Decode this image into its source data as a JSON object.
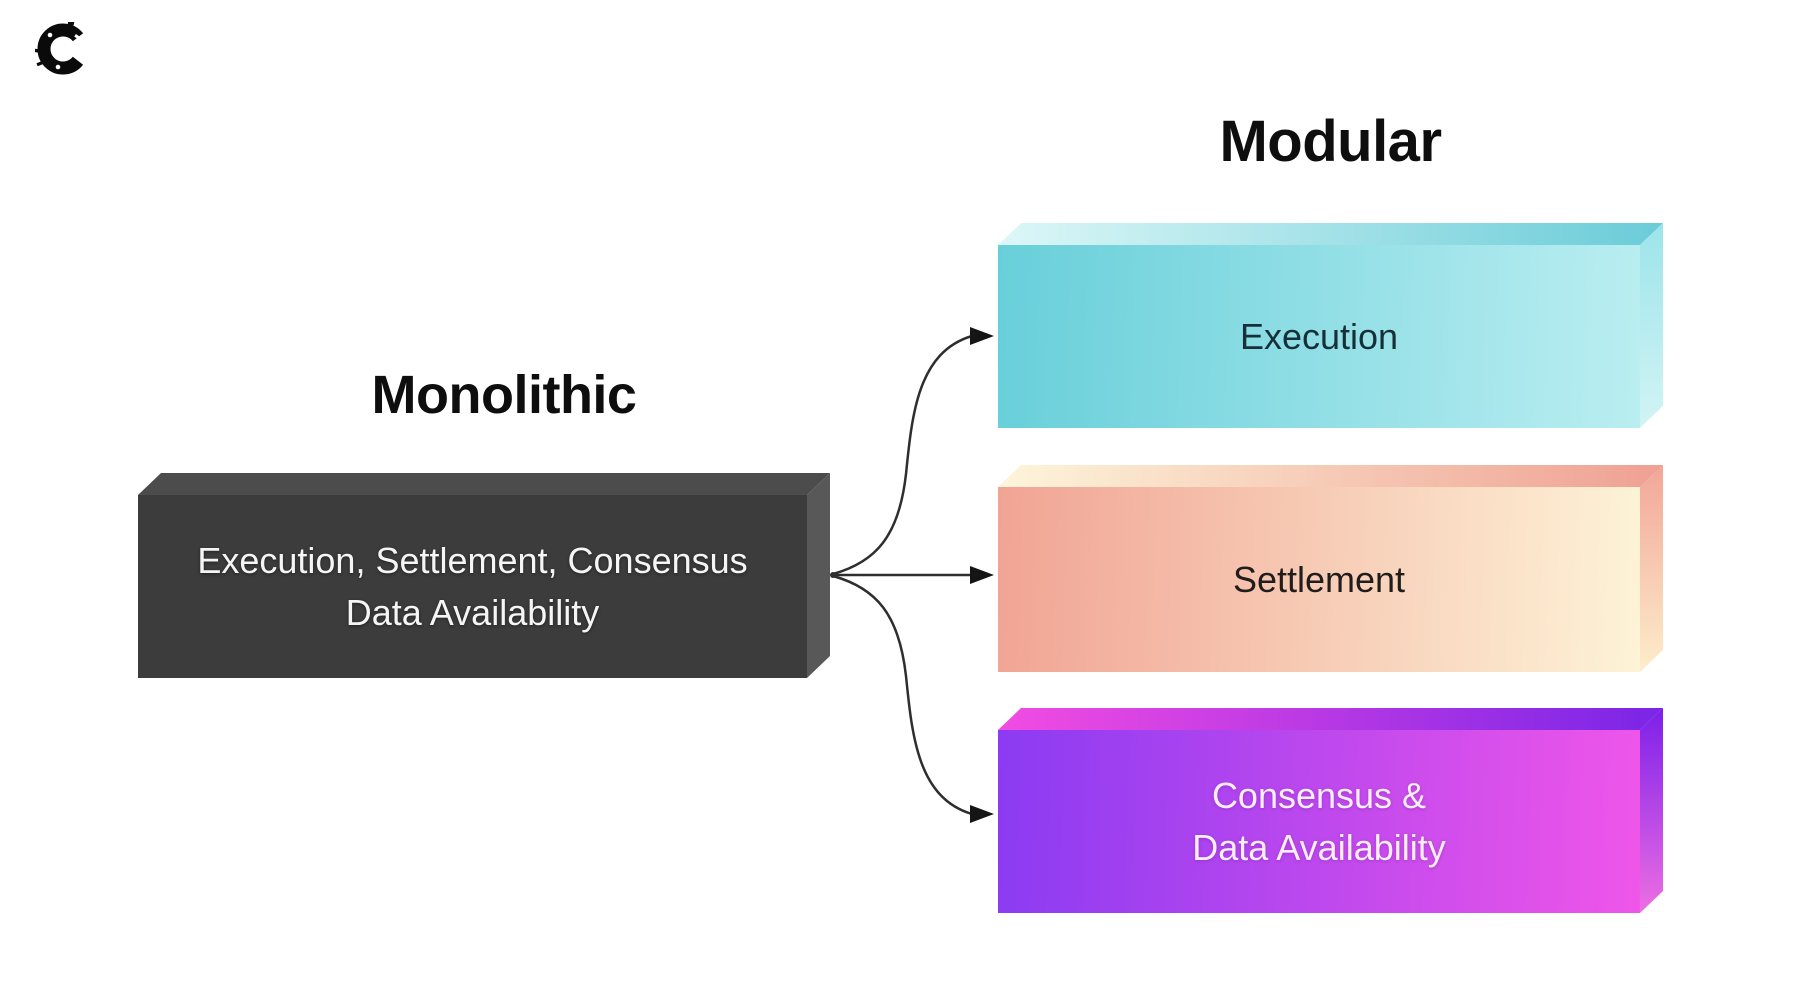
{
  "page": {
    "background_color": "#ffffff"
  },
  "logo": {
    "name": "celestia-c-logo",
    "color": "#0a0a0a"
  },
  "headings": {
    "monolithic": "Monolithic",
    "modular": "Modular",
    "color": "#0e0e0e"
  },
  "monolithic_box": {
    "line1": "Execution, Settlement, Consensus",
    "line2": "Data Availability",
    "front_color": "#3c3c3c",
    "top_color": "#4c4c4c",
    "side_color": "#585858",
    "text_color": "#f5f5f5"
  },
  "modular_boxes": [
    {
      "id": "execution",
      "line1": "Execution",
      "line2": "",
      "gradient_from": "#68cfda",
      "gradient_to": "#baeef1",
      "text_color": "#16303a"
    },
    {
      "id": "settlement",
      "line1": "Settlement",
      "line2": "",
      "gradient_from": "#f1a494",
      "gradient_to": "#fdf3d7",
      "text_color": "#221d1d"
    },
    {
      "id": "consensus-data-availability",
      "line1": "Consensus &",
      "line2": "Data Availability",
      "gradient_from": "#8b3bf2",
      "gradient_to": "#ef56e9",
      "text_color": "#fceffc"
    }
  ],
  "arrows": {
    "color": "#2e2e2e",
    "from": "monolithic-box",
    "targets": [
      "execution",
      "settlement",
      "consensus-data-availability"
    ]
  }
}
